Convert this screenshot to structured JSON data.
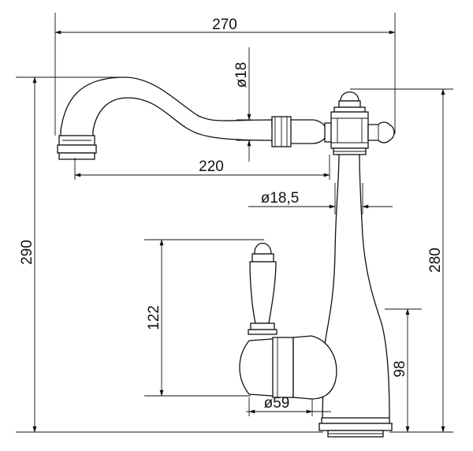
{
  "dimensions": {
    "width_total": "270",
    "spout_diameter": "ø18",
    "spout_reach": "220",
    "body_diameter": "ø18,5",
    "total_height": "290",
    "body_height": "280",
    "handle_height": "122",
    "base_height": "98",
    "base_diameter": "ø59"
  },
  "colors": {
    "line": "#111111",
    "background": "#ffffff"
  }
}
